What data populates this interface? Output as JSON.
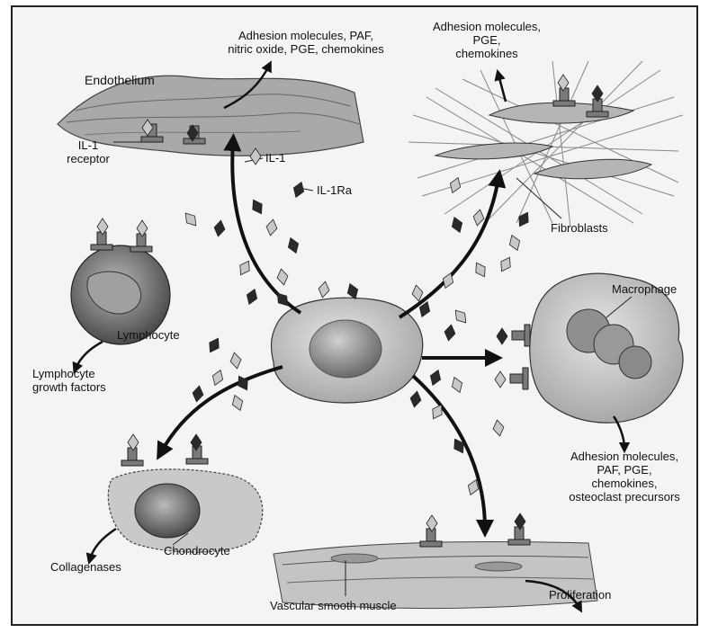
{
  "labels": {
    "endothelium": "Endothelium",
    "endo_products_1": "Adhesion molecules, PAF,",
    "endo_products_2": "nitric oxide, PGE, chemokines",
    "il1_receptor_1": "IL-1",
    "il1_receptor_2": "receptor",
    "il1": "IL-1",
    "il1ra": "IL-1Ra",
    "fibro_products_1": "Adhesion molecules,",
    "fibro_products_2": "PGE,",
    "fibro_products_3": "chemokines",
    "fibroblasts": "Fibroblasts",
    "macrophage": "Macrophage",
    "lymphocyte": "Lymphocyte",
    "lympho_products_1": "Lymphocyte",
    "lympho_products_2": "growth factors",
    "macro_products_1": "Adhesion molecules,",
    "macro_products_2": "PAF,  PGE,",
    "macro_products_3": "chemokines,",
    "macro_products_4": "osteoclast precursors",
    "chondrocyte": "Chondrocyte",
    "collagenases": "Collagenases",
    "vascular_smooth_muscle": "Vascular smooth muscle",
    "proliferation": "Proliferation"
  },
  "colors": {
    "il1": "#c8c8c8",
    "il1ra": "#2a2a2a",
    "receptor": "#7a7a7a",
    "cell": "#bdbdbd",
    "outline": "#333333"
  },
  "icons": [
    "il1-diamond-icon",
    "il1ra-diamond-icon",
    "receptor-icon",
    "arrow-icon"
  ]
}
